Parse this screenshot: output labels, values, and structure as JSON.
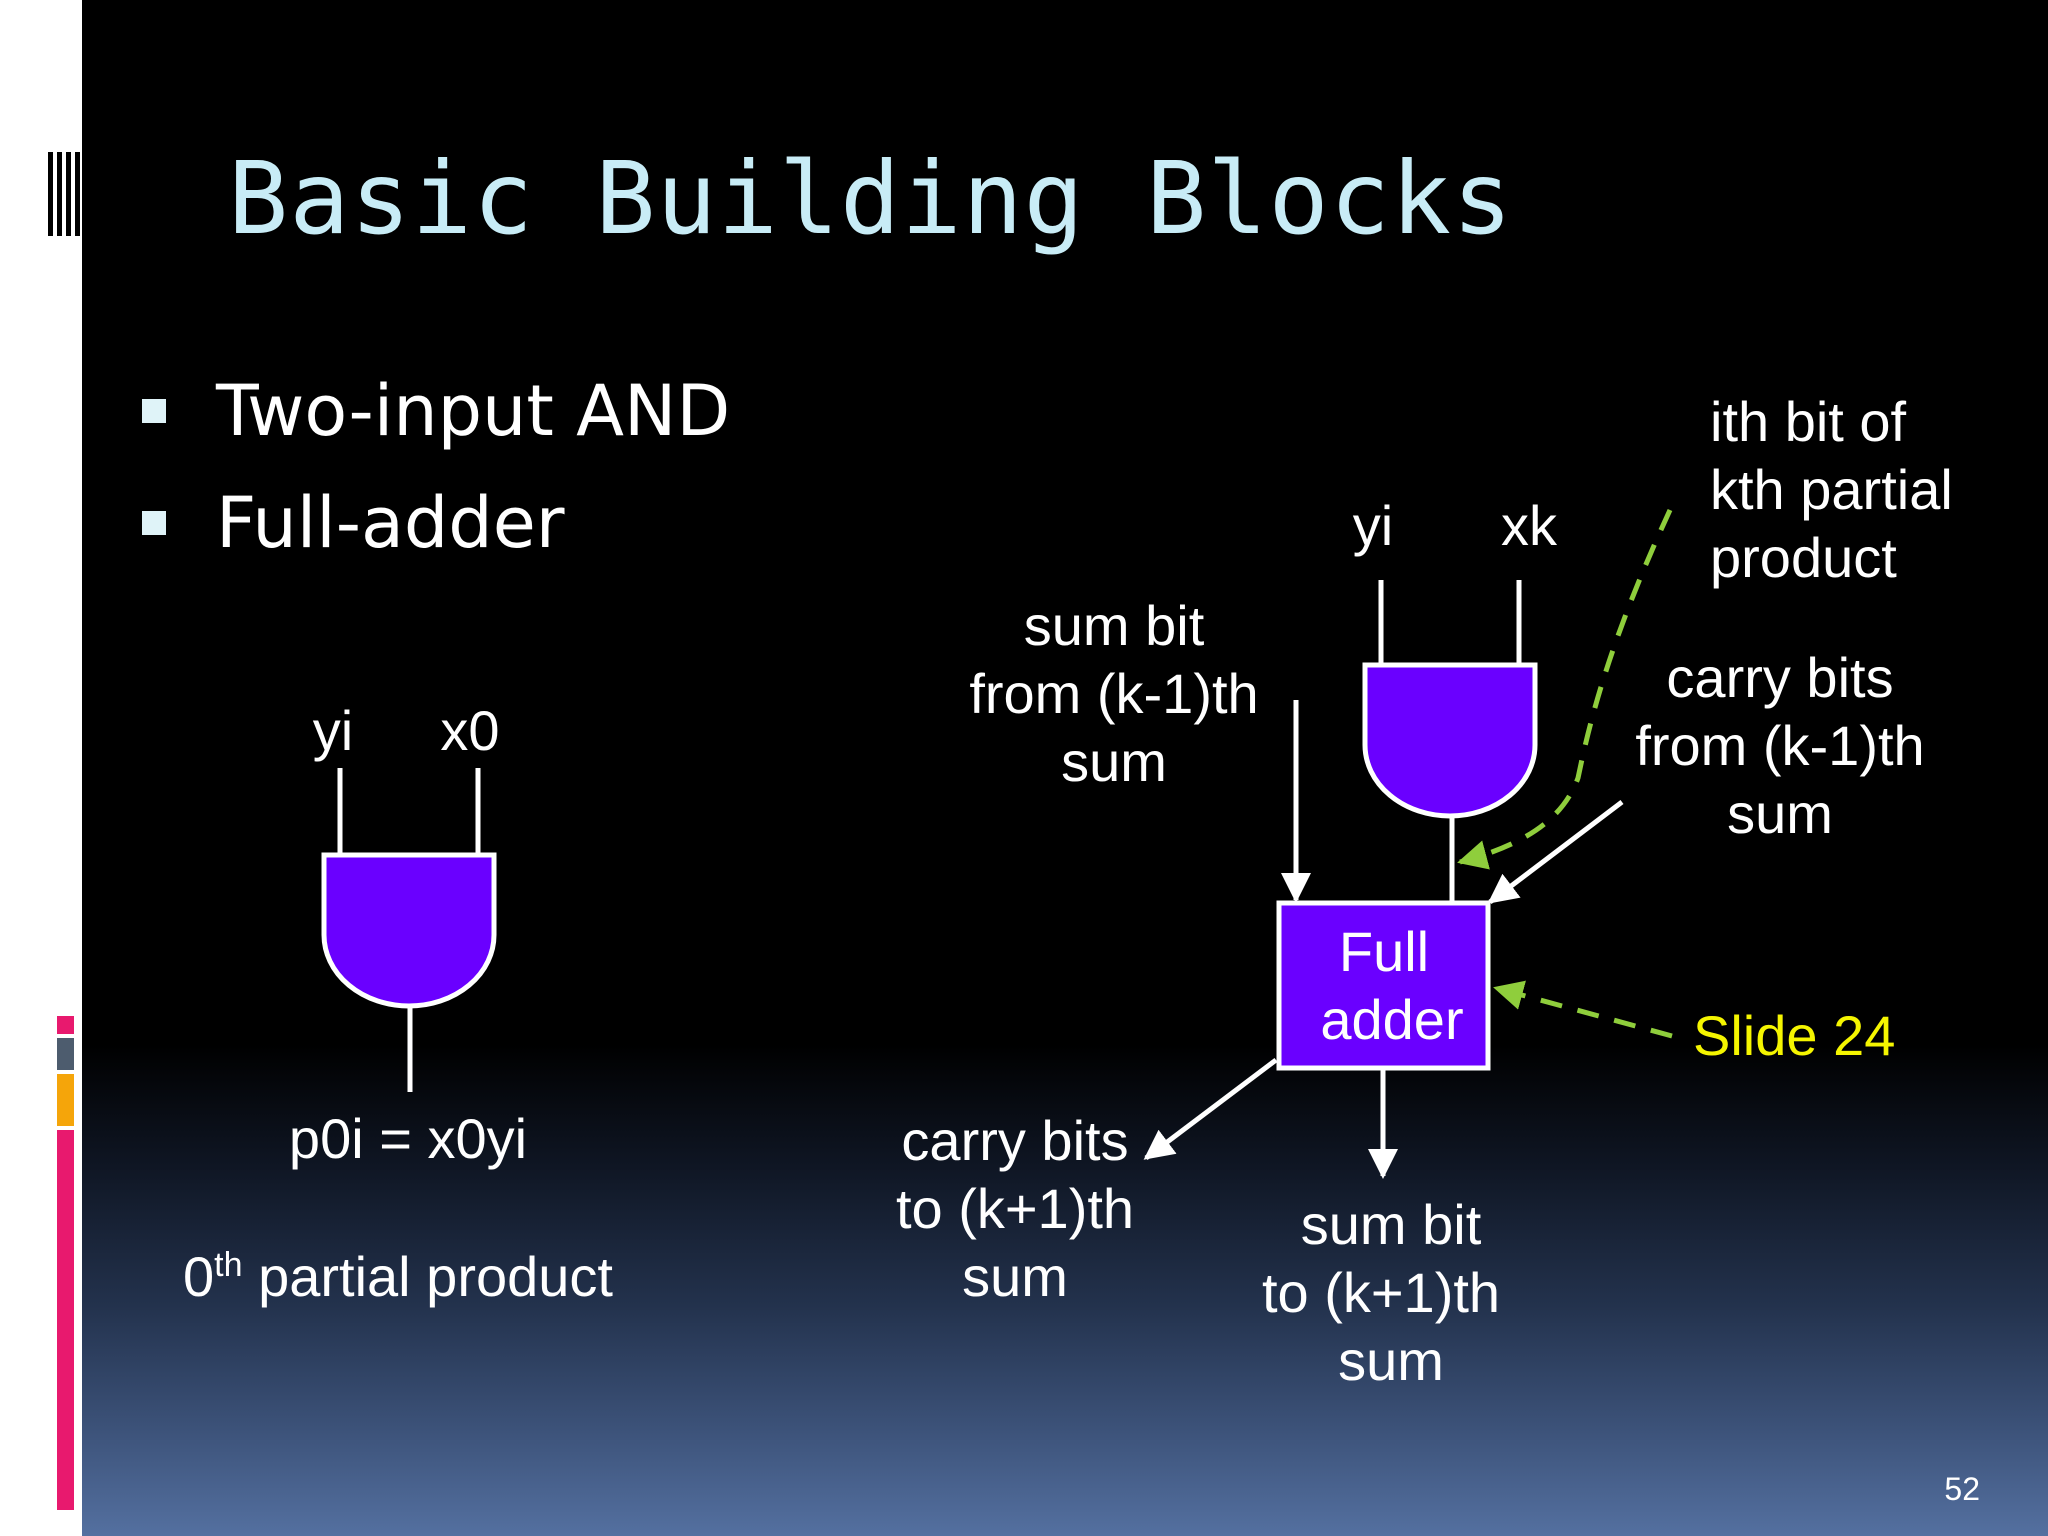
{
  "title": "Basic Building Blocks",
  "bullets": [
    "Two-input AND",
    "Full-adder"
  ],
  "and_gate": {
    "input_a": "yi",
    "input_b": "x0",
    "output": "p0i = x0yi",
    "caption_prefix": "0",
    "caption_sup": "th",
    "caption_rest": " partial product"
  },
  "full_adder_diagram": {
    "gate_input_a": "yi",
    "gate_input_b": "xk",
    "adder_label": [
      "Full",
      "adder"
    ],
    "sum_in": [
      "sum bit",
      "from (k-1)th",
      "sum"
    ],
    "carry_in": [
      "carry bits",
      "from (k-1)th",
      "sum"
    ],
    "carry_out": [
      "carry bits",
      "to (k+1)th",
      "sum"
    ],
    "sum_out": [
      "sum bit",
      "to (k+1)th",
      "sum"
    ],
    "partial_product_note": [
      "ith bit of",
      "kth partial",
      "product"
    ],
    "reference": "Slide 24"
  },
  "colors": {
    "gate_fill": "#6a00ff",
    "title": "#c8ecf6",
    "annotation_arrow": "#8fce3c",
    "reference_text": "#f5f500",
    "stripes": [
      "#e8196e",
      "#4d5c6e",
      "#f5a50a",
      "#e8196e"
    ]
  },
  "slide_number": "52"
}
